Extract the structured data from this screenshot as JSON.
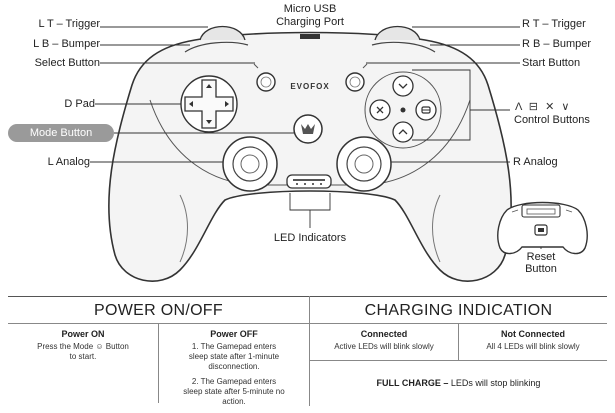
{
  "labels": {
    "lt": "L T – Trigger",
    "lb": "L B – Bumper",
    "select": "Select Button",
    "dpad": "D Pad",
    "mode": "Mode Button",
    "lanalog": "L Analog",
    "usb_line1": "Micro USB",
    "usb_line2": "Charging Port",
    "rt": "R T – Trigger",
    "rb": "R B – Bumper",
    "start": "Start Button",
    "control": "Control Buttons",
    "control_symbols": "Λ ⊟ ✕ ∨",
    "ranalog": "R Analog",
    "led": "LED Indicators",
    "reset_line1": "Reset",
    "reset_line2": "Button",
    "brand": "EVOFOX"
  },
  "power": {
    "title": "POWER ON/OFF",
    "on_title": "Power ON",
    "on_line1": "Press the Mode ☺ Button",
    "on_line2": "to start.",
    "off_title": "Power OFF",
    "off_1a": "1. The Gamepad enters",
    "off_1b": "sleep state after 1-minute",
    "off_1c": "disconnection.",
    "off_2a": "2. The Gamepad enters",
    "off_2b": "sleep state after 5-minute no",
    "off_2c": "action."
  },
  "charging": {
    "title": "CHARGING INDICATION",
    "connected_title": "Connected",
    "connected_text": "Active LEDs will blink slowly",
    "not_connected_title": "Not Connected",
    "not_connected_text": "All 4 LEDs will blink slowly",
    "full_bold": "FULL CHARGE –",
    "full_text": " LEDs will stop blinking"
  }
}
